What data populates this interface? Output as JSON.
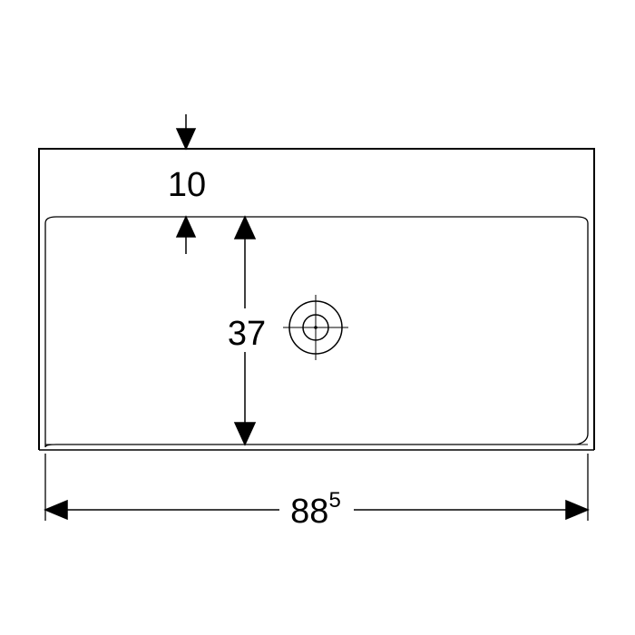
{
  "dimensions": {
    "rim_thickness": "10",
    "bowl_depth": "37",
    "width_main": "88",
    "width_superscript": "5"
  },
  "colors": {
    "line": "#000000",
    "background": "#ffffff"
  }
}
